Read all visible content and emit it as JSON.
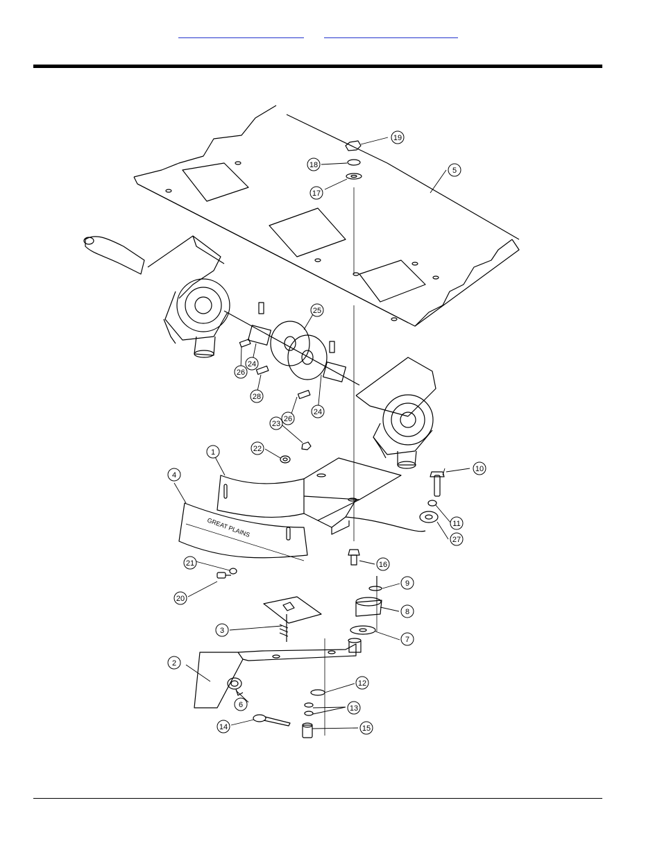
{
  "header": {
    "link_1": "",
    "link_2": ""
  },
  "diagram": {
    "callouts": [
      {
        "id": "c1",
        "num": "1"
      },
      {
        "id": "c2",
        "num": "2"
      },
      {
        "id": "c3",
        "num": "3"
      },
      {
        "id": "c4",
        "num": "4"
      },
      {
        "id": "c5",
        "num": "5"
      },
      {
        "id": "c6",
        "num": "6"
      },
      {
        "id": "c7",
        "num": "7"
      },
      {
        "id": "c8",
        "num": "8"
      },
      {
        "id": "c9",
        "num": "9"
      },
      {
        "id": "c10",
        "num": "10"
      },
      {
        "id": "c11",
        "num": "11"
      },
      {
        "id": "c12",
        "num": "12"
      },
      {
        "id": "c13",
        "num": "13"
      },
      {
        "id": "c14",
        "num": "14"
      },
      {
        "id": "c15",
        "num": "15"
      },
      {
        "id": "c16",
        "num": "16"
      },
      {
        "id": "c17",
        "num": "17"
      },
      {
        "id": "c18",
        "num": "18"
      },
      {
        "id": "c19",
        "num": "19"
      },
      {
        "id": "c20",
        "num": "20"
      },
      {
        "id": "c21",
        "num": "21"
      },
      {
        "id": "c22",
        "num": "22"
      },
      {
        "id": "c23",
        "num": "23"
      },
      {
        "id": "c24a",
        "num": "24"
      },
      {
        "id": "c24b",
        "num": "24"
      },
      {
        "id": "c25",
        "num": "25"
      },
      {
        "id": "c26a",
        "num": "26"
      },
      {
        "id": "c26b",
        "num": "26"
      },
      {
        "id": "c27",
        "num": "27"
      },
      {
        "id": "c28",
        "num": "28"
      }
    ],
    "decal_text": "GREAT PLAINS"
  }
}
